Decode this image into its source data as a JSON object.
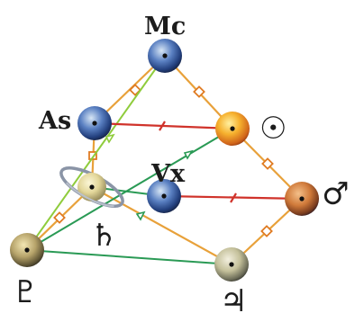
{
  "labels": {
    "mc": "Mc",
    "as": "As",
    "vx": "Vx",
    "sun": "☉",
    "mars": "♂",
    "saturn": "♄",
    "pluto": "♇",
    "jupiter": "♃"
  },
  "colors": {
    "pattern_line": "#e8a13a",
    "pattern_marker": "#e07b22",
    "opposition_line": "#d0332b",
    "sextile_line": "#2a9a55",
    "trine_line": "#8fcc3c",
    "label_text": "#1c1c1c"
  },
  "icons": {
    "mc": "earth-globe-icon",
    "as": "earth-globe-icon",
    "vx": "earth-globe-icon",
    "sun": "sun-sphere-icon",
    "mars": "mars-sphere-icon",
    "saturn": "saturn-ringed-icon",
    "pluto": "pluto-sphere-icon",
    "jupiter": "jupiter-sphere-icon"
  }
}
